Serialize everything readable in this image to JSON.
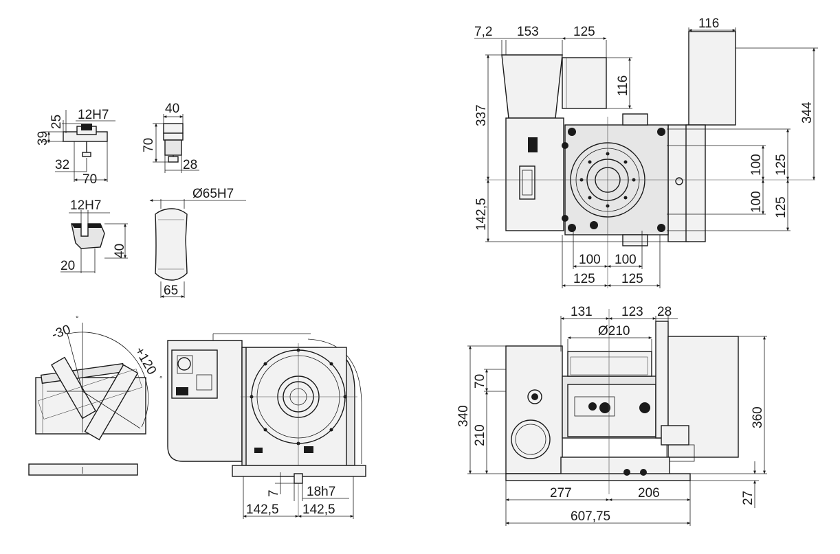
{
  "dimensions": {
    "slot_top": {
      "d25": "25",
      "d12h7": "12H7",
      "d39": "39",
      "d32": "32",
      "d70": "70"
    },
    "nut": {
      "d40": "40",
      "d70": "70",
      "d28": "28"
    },
    "slot_section": {
      "d12h7": "12H7",
      "d40": "40",
      "d20": "20"
    },
    "bore_plug": {
      "d65h7": "Ø65H7",
      "d65": "65"
    },
    "tilt": {
      "neg30": "-30",
      "pos120": "+120",
      "deg": "°"
    },
    "front_view": {
      "d7": "7",
      "d18h7": "18h7",
      "d142a": "142,5",
      "d142b": "142,5"
    },
    "top_view": {
      "d7_2": "7,2",
      "d153": "153",
      "d125": "125",
      "d116_top": "116",
      "d116_side": "116",
      "d337": "337",
      "d344": "344",
      "d142_5": "142,5",
      "d100_up": "100",
      "d125_up": "125",
      "d100_dn": "100",
      "d125_dn": "125",
      "d100_l": "100",
      "d100_r": "100",
      "d125_l": "125",
      "d125_r": "125"
    },
    "side_view": {
      "d131": "131",
      "d123": "123",
      "d28": "28",
      "d210dia": "Ø210",
      "d70": "70",
      "d340": "340",
      "d210": "210",
      "d360": "360",
      "d277": "277",
      "d206": "206",
      "d27": "27",
      "d607": "607,75"
    }
  }
}
